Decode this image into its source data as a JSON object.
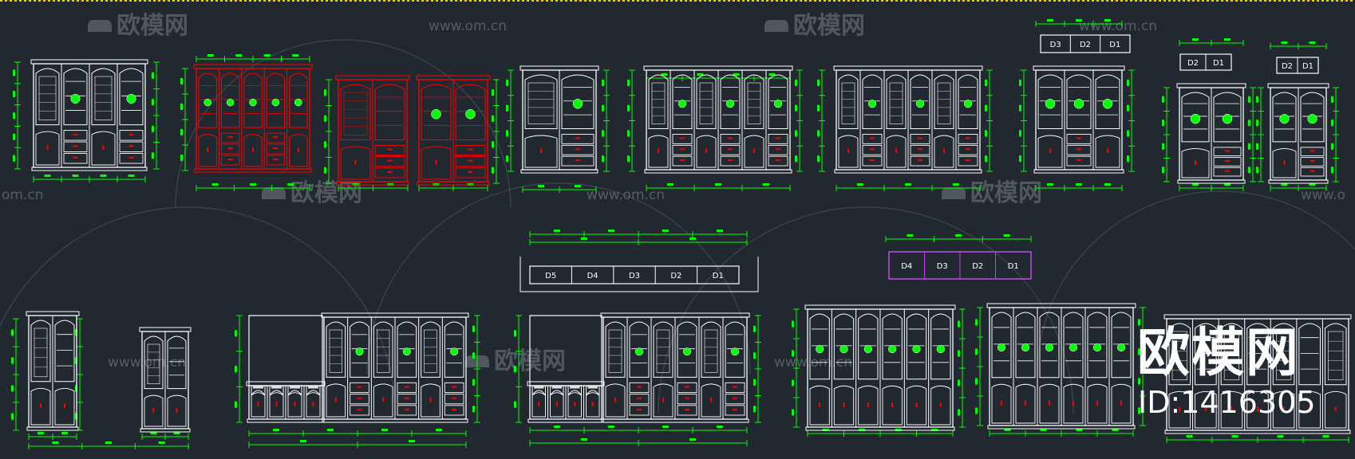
{
  "watermarks": {
    "brand": "欧模网",
    "url": "www.om.cn",
    "url_left": "om.cn",
    "url_partial": "www.o"
  },
  "brand_overlay": {
    "name": "欧模网",
    "id_text": "ID:1416305"
  },
  "plan_labels": {
    "plan_a": [
      "D3",
      "D2",
      "D1"
    ],
    "plan_b": [
      "D2",
      "D1"
    ],
    "plan_c": [
      "D2",
      "D1"
    ],
    "plan_d": [
      "D5",
      "D4",
      "D3",
      "D2",
      "D1"
    ],
    "plan_e": [
      "D4",
      "D3",
      "D2",
      "D1"
    ]
  },
  "colors": {
    "background": "#212830",
    "linework": "#ffffff",
    "dimension": "#00ff00",
    "highlight": "#ff0000",
    "partition": "#cc33ff"
  }
}
